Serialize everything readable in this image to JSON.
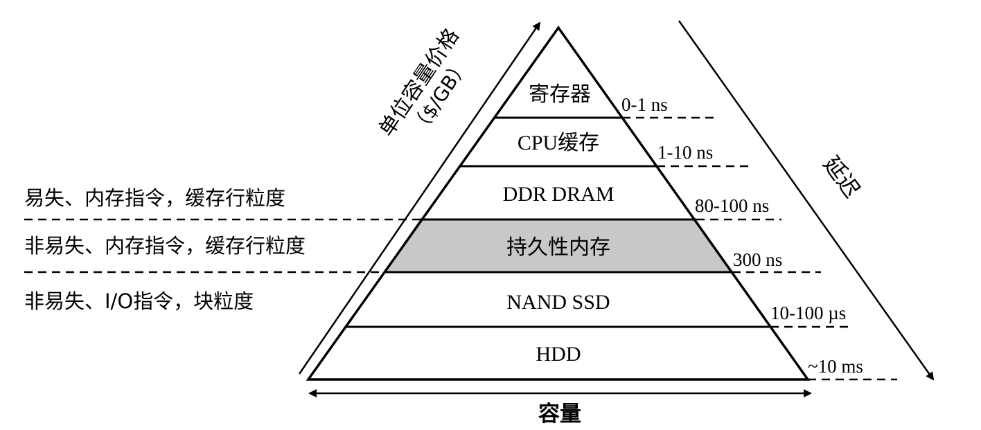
{
  "tiers": [
    {
      "label": "寄存器",
      "latency": "0-1 ns",
      "lang": "zh"
    },
    {
      "label": "CPU缓存",
      "latency": "1-10 ns",
      "lang": "en"
    },
    {
      "label": "DDR DRAM",
      "latency": "80-100 ns",
      "lang": "en"
    },
    {
      "label": "持久性内存",
      "latency": "300 ns",
      "lang": "zh",
      "highlighted": true
    },
    {
      "label": "NAND SSD",
      "latency": "10-100 µs",
      "lang": "en"
    },
    {
      "label": "HDD",
      "latency": "~10 ms",
      "lang": "en"
    }
  ],
  "side_notes": [
    "易失、内存指令，缓存行粒度",
    "非易失、内存指令，缓存行粒度",
    "非易失、I/O指令，块粒度"
  ],
  "axes": {
    "price_line1": "单位容量价格",
    "price_line2": "（$/GB）",
    "latency": "延迟",
    "capacity": "容量"
  },
  "colors": {
    "highlight": "#c8c8c8",
    "stroke": "#000000"
  }
}
